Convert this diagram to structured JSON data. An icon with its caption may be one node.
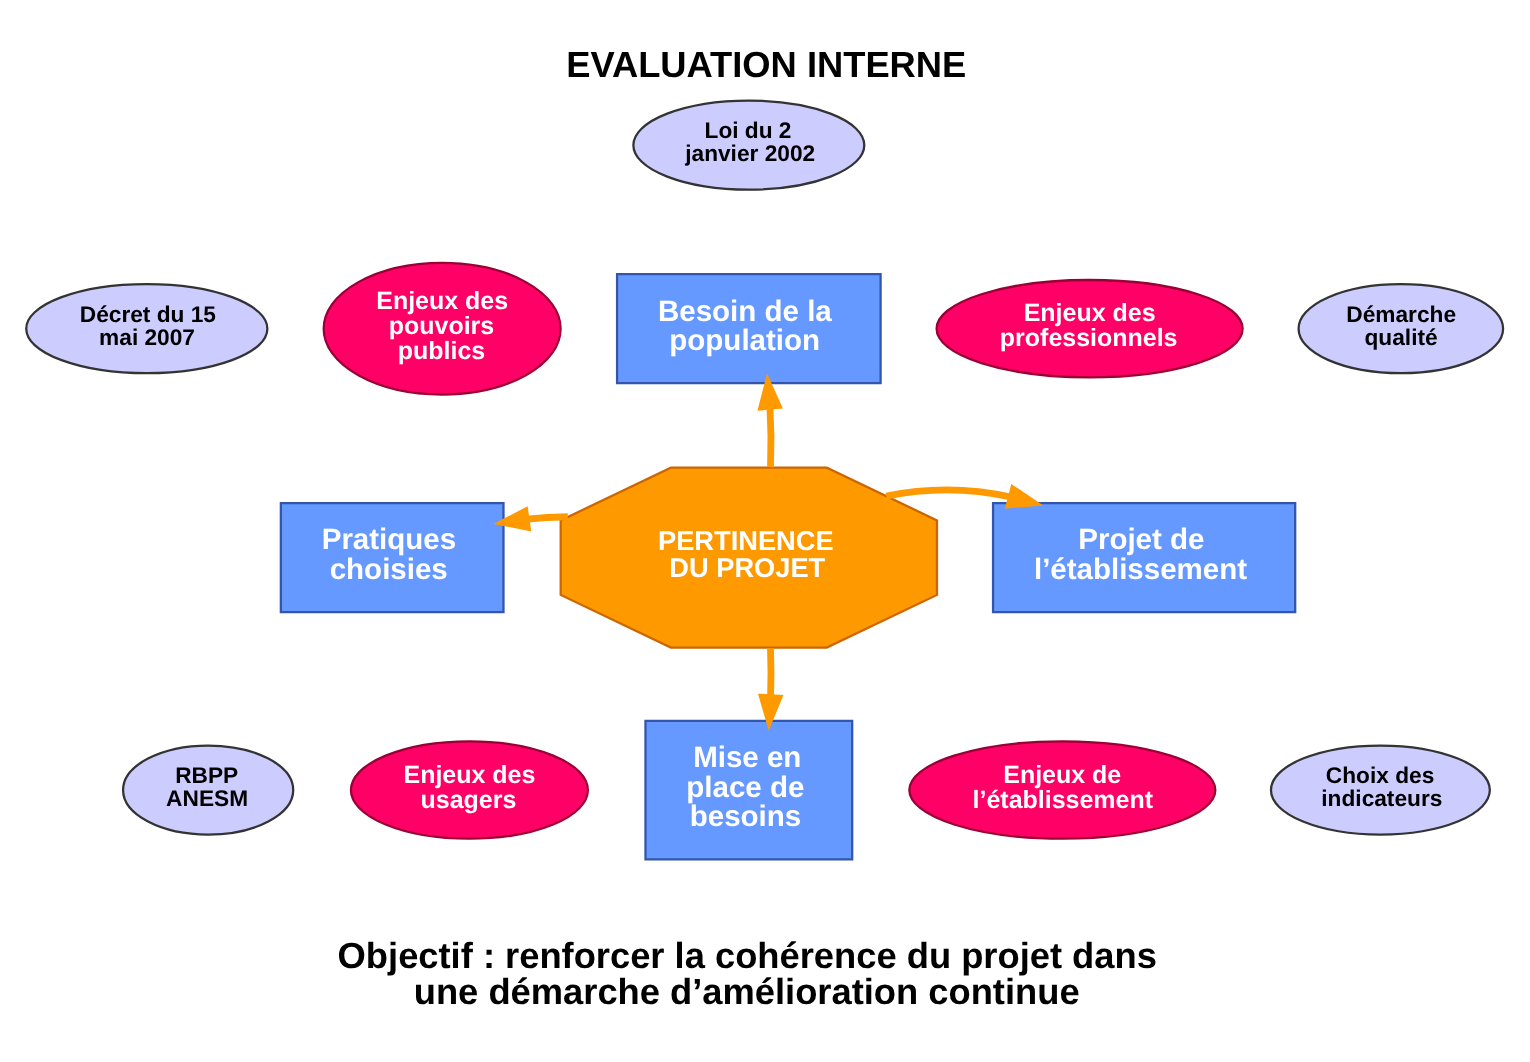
{
  "diagram": {
    "title": "EVALUATION INTERNE",
    "caption": "Objectif : renforcer la cohérence du projet dans une démarche d’amélioration continue",
    "nodes": [
      {
        "text": [
          "Loi du 2 janvier 2002"
        ]
      },
      {
        "text": [
          "Décret du 15 mai 2007"
        ]
      },
      {
        "text": [
          "Enjeux des pouvoirs publics"
        ]
      },
      {
        "text": [
          "Besoin de la population"
        ]
      },
      {
        "text": [
          "Enjeux des professionnels"
        ]
      },
      {
        "text": [
          "Démarche qualité"
        ]
      },
      {
        "text": [
          "Pratiques choisies"
        ]
      },
      {
        "text": [
          "PERTINENCE DU PROJET"
        ]
      },
      {
        "text": [
          "Projet de l’établissement"
        ]
      },
      {
        "text": [
          "RBPP ANESM"
        ]
      },
      {
        "text": [
          "Enjeux des usagers"
        ]
      },
      {
        "text": [
          "Mise en place de besoins"
        ]
      },
      {
        "text": [
          "Enjeux de l’établissement"
        ]
      },
      {
        "text": [
          "Choix des indicateurs"
        ]
      }
    ],
    "edges": [
      {
        "from": 7,
        "to": 3,
        "arrow": "to"
      },
      {
        "from": 7,
        "to": 6,
        "arrow": "to"
      },
      {
        "from": 7,
        "to": 8,
        "arrow": "to"
      },
      {
        "from": 7,
        "to": 11,
        "arrow": "to"
      }
    ]
  }
}
